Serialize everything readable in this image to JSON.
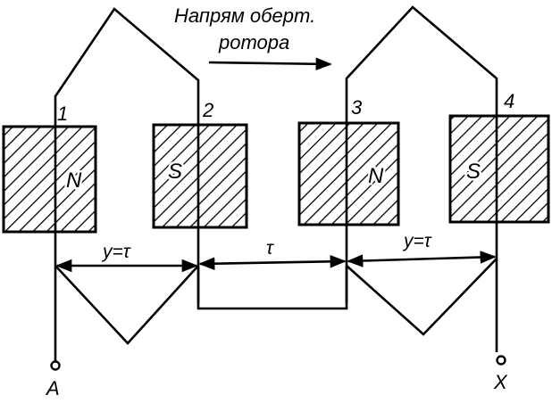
{
  "caption": {
    "line1": "Напрям оберт.",
    "line2": "ротора"
  },
  "conductors": [
    "1",
    "2",
    "3",
    "4"
  ],
  "poles": [
    "N",
    "S",
    "N",
    "S"
  ],
  "pitch_labels": [
    "y=τ",
    "τ",
    "y=τ"
  ],
  "terminals": {
    "start": "A",
    "end": "X"
  },
  "colors": {
    "ink": "#000000",
    "paper": "#ffffff"
  }
}
